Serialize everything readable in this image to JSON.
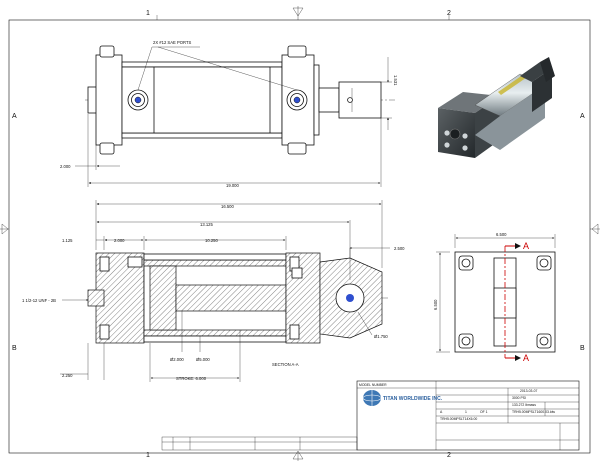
{
  "zones": {
    "top": [
      "1",
      "2"
    ],
    "side": [
      "A",
      "B"
    ]
  },
  "top_view": {
    "port_note": "2X #12 SAE PORTS",
    "dim_height": "1.531",
    "dim_left": "2.000",
    "dim_overall": "19.000"
  },
  "section_view": {
    "dim_16500": "16.500",
    "dim_13125": "13.125",
    "dim_1125": "1.125",
    "dim_2000": "2.000",
    "dim_10250": "10.250",
    "dim_2500": "2.500",
    "thread": "1 1/2-12 UNF - 2B",
    "dim_2250": "2.250",
    "dia_rod": "Ø2.000",
    "dia_bore": "Ø5.000",
    "dia_pin": "Ø1.750",
    "stroke": "STROKE: 6.000",
    "label": "SECTION A-A"
  },
  "end_view": {
    "dim_width": "6.500",
    "dim_height": "6.500",
    "section_marker": "A"
  },
  "title_block": {
    "model_number_label": "MODEL NUMBER",
    "company": "TITAN WORLDWIDE INC.",
    "pressure": "3000 PSI",
    "weight": "133.272 lbmass",
    "date": "2013-03-07",
    "size": "A",
    "sheet_label": "1",
    "of_label": "OF 1",
    "drawing_file": "TRH5.00MPSLT1600.03.ldw",
    "part_number": "TRH5.00MPSLT14X6.00"
  }
}
